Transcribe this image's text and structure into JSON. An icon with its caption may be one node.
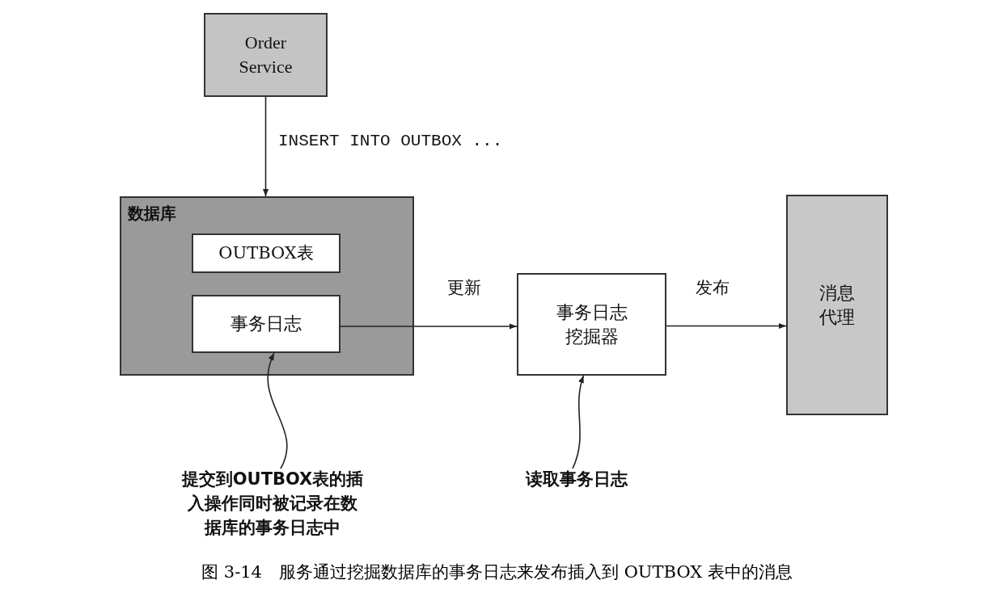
{
  "diagram": {
    "caption": "图 3-14　服务通过挖掘数据库的事务日志来发布插入到 OUTBOX 表中的消息",
    "nodes": [
      {
        "text": [
          "Order Service"
        ]
      },
      {
        "text": [
          "数据库"
        ]
      },
      {
        "text": [
          "OUTBOX表"
        ],
        "in": 1
      },
      {
        "text": [
          "事务日志"
        ],
        "in": 1
      },
      {
        "text": [
          "事务日志挖掘器"
        ]
      },
      {
        "text": [
          "消息代理"
        ]
      },
      {
        "text": [
          "提交到OUTBOX表的插入操作同时被记录在数据库的事务日志中"
        ]
      },
      {
        "text": [
          "读取事务日志"
        ]
      }
    ],
    "edges": [
      {
        "from": 0,
        "to": 1,
        "arrow": "to",
        "label": "INSERT INTO OUTBOX ..."
      },
      {
        "from": 3,
        "to": 4,
        "arrow": "to",
        "label": "更新"
      },
      {
        "from": 4,
        "to": 5,
        "arrow": "to",
        "label": "发布"
      },
      {
        "from": 6,
        "to": 3,
        "arrow": "to"
      },
      {
        "from": 7,
        "to": 4,
        "arrow": "to"
      }
    ]
  }
}
